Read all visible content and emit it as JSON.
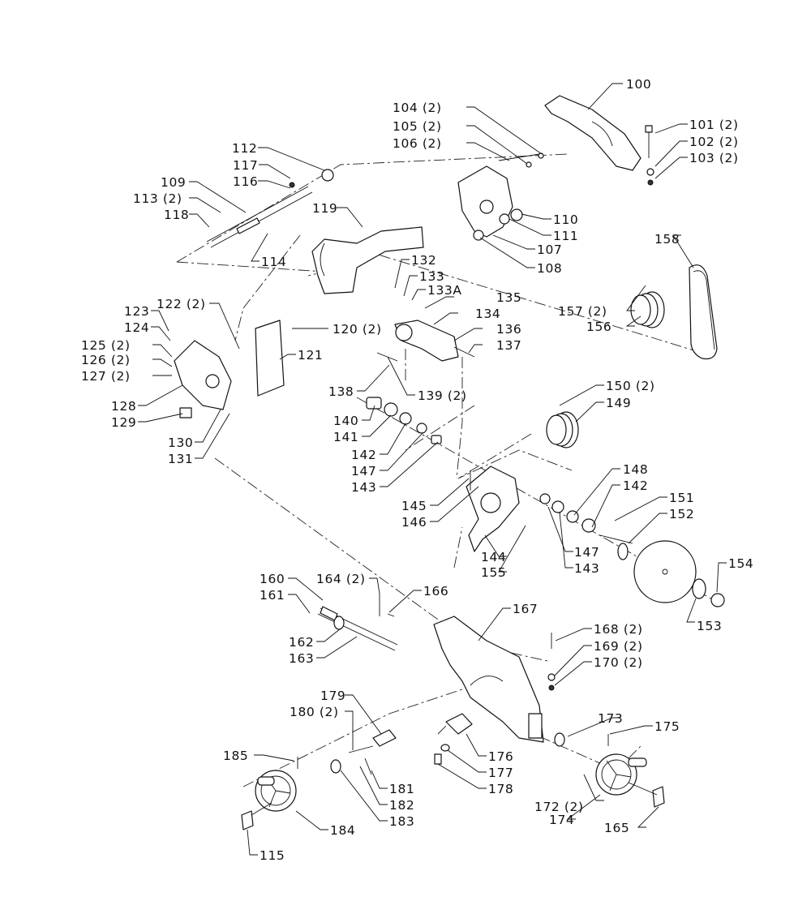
{
  "diagram": {
    "callouts": [
      "100",
      "101 (2)",
      "102 (2)",
      "103 (2)",
      "104 (2)",
      "105 (2)",
      "106 (2)",
      "107",
      "108",
      "109",
      "110",
      "111",
      "112",
      "113 (2)",
      "114",
      "115",
      "116",
      "117",
      "118",
      "119",
      "120 (2)",
      "121",
      "122 (2)",
      "123",
      "124",
      "125 (2)",
      "126 (2)",
      "127 (2)",
      "128",
      "129",
      "130",
      "131",
      "132",
      "133",
      "133A",
      "134",
      "135",
      "136",
      "137",
      "138",
      "139 (2)",
      "140",
      "141",
      "142",
      "142",
      "143",
      "143",
      "144",
      "145",
      "146",
      "147",
      "147",
      "148",
      "149",
      "150 (2)",
      "151",
      "152",
      "153",
      "154",
      "155",
      "156",
      "157 (2)",
      "158",
      "160",
      "161",
      "162",
      "163",
      "164 (2)",
      "165",
      "166",
      "167",
      "168 (2)",
      "169 (2)",
      "170 (2)",
      "172 (2)",
      "173",
      "174",
      "175",
      "176",
      "177",
      "178",
      "179",
      "180 (2)",
      "181",
      "182",
      "183",
      "184",
      "185"
    ]
  }
}
